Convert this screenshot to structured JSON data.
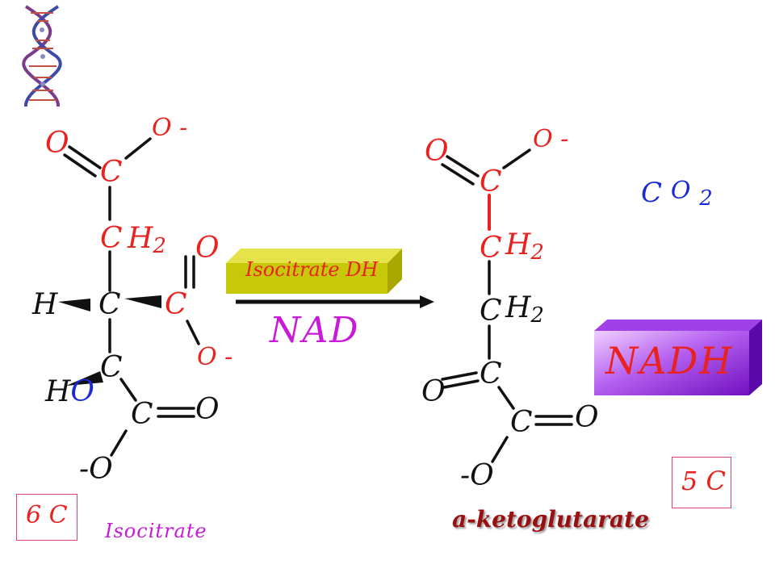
{
  "isocitrate": {
    "O_top_left": "O",
    "O_top_right": "O -",
    "C1": "C",
    "C2": "C",
    "H2_a": "H",
    "H2_a_sub": "2",
    "O_carboxyl_top": "O",
    "C3": "C",
    "C3_side": "C",
    "H_left": "H",
    "O_carboxyl_bottom": "O -",
    "C4": "C",
    "HO_H": "H",
    "HO_O": "O",
    "C5": "C",
    "O_right": "O",
    "O_bottom": "-O",
    "carbon_count": "6 C",
    "name": "Isocitrate"
  },
  "reaction": {
    "enzyme": "Isocitrate DH",
    "cofactor": "NAD",
    "product_cofactor": "NADH",
    "byproduct_C": "C",
    "byproduct_O": "O",
    "byproduct_sub": "2"
  },
  "ketoglutarate": {
    "O_top_left": "O",
    "O_top_right": "O -",
    "C1": "C",
    "C2": "C",
    "H2_a": "H",
    "H2_a_sub": "2",
    "C3": "C",
    "H2_b": "H",
    "H2_b_sub": "2",
    "C4": "C",
    "O_left": "O",
    "C5": "C",
    "O_right": "O",
    "O_bottom": "-O",
    "carbon_count": "5 C",
    "name": "a-ketoglutarate"
  },
  "colors": {
    "oxygen": "#e8221f",
    "carbon": "#e8221f",
    "hydrogen": "#111111",
    "enzyme_box": "#c8c80a",
    "nadh_box": "#9a2ee0"
  },
  "icons": {
    "dna": "dna-helix-icon"
  }
}
